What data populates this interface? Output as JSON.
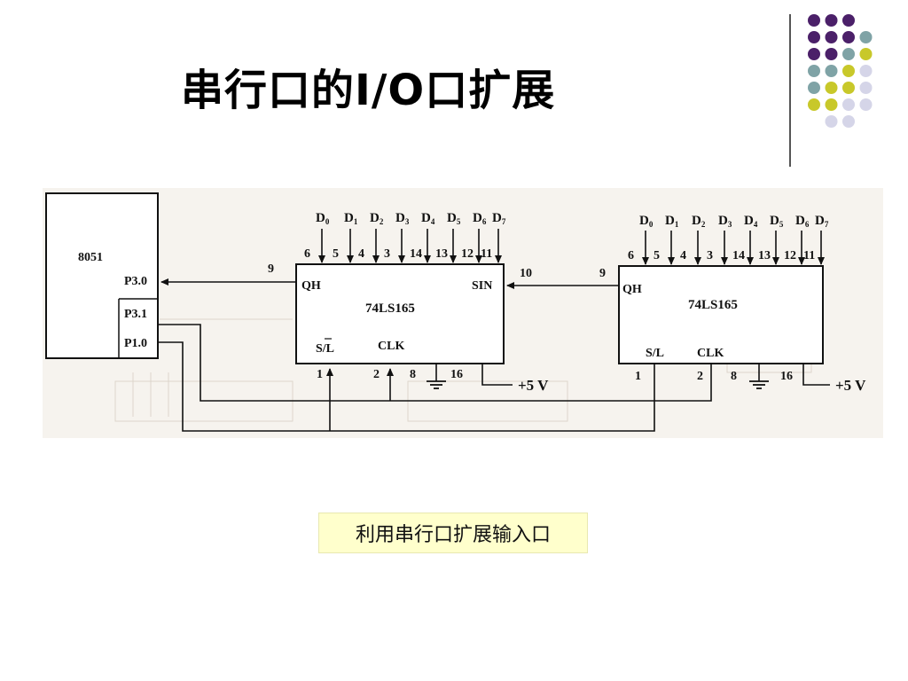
{
  "slide": {
    "title": "串行口的I/O口扩展",
    "caption": "利用串行口扩展输入口"
  },
  "decor": {
    "dot_colors": {
      "purple": "#4b2069",
      "teal": "#7fa3a6",
      "olive": "#c8c82a",
      "lavender": "#d5d5e8"
    }
  },
  "circuit": {
    "mcu": {
      "name": "8051",
      "pins": [
        "P3.0",
        "P3.1",
        "P1.0"
      ]
    },
    "chips": [
      {
        "name": "74LS165",
        "qh": "QH",
        "sin": "SIN",
        "sl": "S/L",
        "clk": "CLK",
        "qh_pin": "9",
        "sin_pin": "10",
        "sl_pin": "1",
        "clk_pin": "2",
        "gnd_pin": "8",
        "vcc_pin": "16",
        "vcc": "+5 V",
        "inputs": [
          "D",
          "D",
          "D",
          "D",
          "D",
          "D",
          "D",
          "D"
        ],
        "input_subs": [
          "0",
          "1",
          "2",
          "3",
          "4",
          "5",
          "6",
          "7"
        ],
        "input_pins": [
          "6",
          "5",
          "4",
          "3",
          "14",
          "13",
          "12",
          "11"
        ]
      },
      {
        "name": "74LS165",
        "qh": "QH",
        "sl": "S/L",
        "clk": "CLK",
        "qh_pin": "9",
        "sl_pin": "1",
        "clk_pin": "2",
        "gnd_pin": "8",
        "vcc_pin": "16",
        "vcc": "+5 V",
        "inputs": [
          "D",
          "D",
          "D",
          "D",
          "D",
          "D",
          "D",
          "D"
        ],
        "input_subs": [
          "0",
          "1",
          "2",
          "3",
          "4",
          "5",
          "6",
          "7"
        ],
        "input_pins": [
          "6",
          "5",
          "4",
          "3",
          "14",
          "13",
          "12",
          "11"
        ]
      }
    ]
  }
}
